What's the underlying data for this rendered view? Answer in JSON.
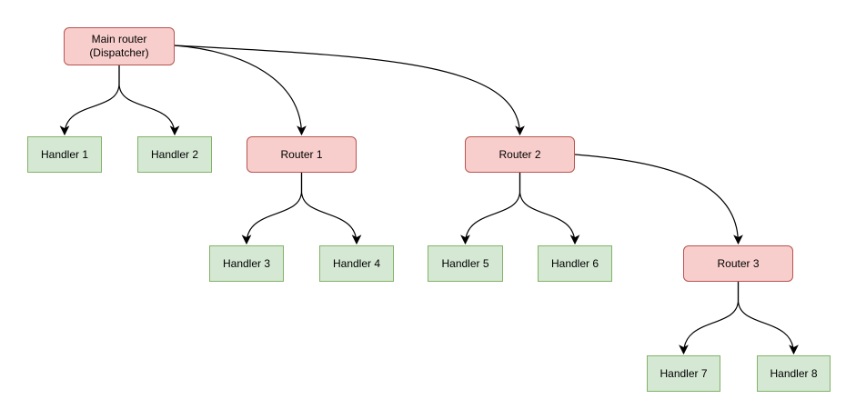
{
  "diagram": {
    "colors": {
      "router_fill": "#f8cecc",
      "router_border": "#b85450",
      "handler_fill": "#d5e8d4",
      "handler_border": "#82b366",
      "edge_stroke": "#000000",
      "background": "#ffffff"
    },
    "nodes": [
      {
        "id": "main-router",
        "type": "router",
        "label": "Main router (Dispatcher)"
      },
      {
        "id": "handler-1",
        "type": "handler",
        "label": "Handler 1"
      },
      {
        "id": "handler-2",
        "type": "handler",
        "label": "Handler 2"
      },
      {
        "id": "router-1",
        "type": "router",
        "label": "Router 1"
      },
      {
        "id": "router-2",
        "type": "router",
        "label": "Router 2"
      },
      {
        "id": "handler-3",
        "type": "handler",
        "label": "Handler 3"
      },
      {
        "id": "handler-4",
        "type": "handler",
        "label": "Handler 4"
      },
      {
        "id": "handler-5",
        "type": "handler",
        "label": "Handler 5"
      },
      {
        "id": "handler-6",
        "type": "handler",
        "label": "Handler 6"
      },
      {
        "id": "router-3",
        "type": "router",
        "label": "Router 3"
      },
      {
        "id": "handler-7",
        "type": "handler",
        "label": "Handler 7"
      },
      {
        "id": "handler-8",
        "type": "handler",
        "label": "Handler 8"
      }
    ],
    "edges": [
      {
        "from": "main-router",
        "to": "handler-1"
      },
      {
        "from": "main-router",
        "to": "handler-2"
      },
      {
        "from": "main-router",
        "to": "router-1"
      },
      {
        "from": "main-router",
        "to": "router-2"
      },
      {
        "from": "router-1",
        "to": "handler-3"
      },
      {
        "from": "router-1",
        "to": "handler-4"
      },
      {
        "from": "router-2",
        "to": "handler-5"
      },
      {
        "from": "router-2",
        "to": "handler-6"
      },
      {
        "from": "router-2",
        "to": "router-3"
      },
      {
        "from": "router-3",
        "to": "handler-7"
      },
      {
        "from": "router-3",
        "to": "handler-8"
      }
    ]
  }
}
